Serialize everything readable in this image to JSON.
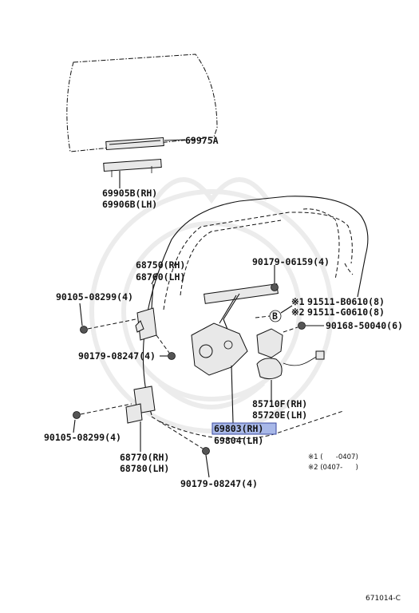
{
  "labels": {
    "p69975A": "69975A",
    "p69905B": "69905B(RH)",
    "p69906B": "69906B(LH)",
    "p68750": "68750(RH)",
    "p68760": "68760(LH)",
    "p90179_06159": "90179-06159(4)",
    "p90105_08299a": "90105-08299(4)",
    "mark1": "※1",
    "mark2": "※2",
    "p91511_B0610": "91511-B0610(8)",
    "p91511_G0610": "91511-G0610(8)",
    "circleB": "B",
    "p90168_50040": "90168-50040(6)",
    "p90179_08247a": "90179-08247(4)",
    "p85710F": "85710F(RH)",
    "p85720E": "85720E(LH)",
    "p90105_08299b": "90105-08299(4)",
    "p69803": "69803(RH)",
    "p69804": "69804(LH)",
    "p68770": "68770(RH)",
    "p68780": "68780(LH)",
    "p90179_08247b": "90179-08247(4)"
  },
  "notes": {
    "note1": "※1 (      -0407)",
    "note2": "※2 (0407-      )"
  },
  "diagram_code": "671014-C",
  "colors": {
    "highlight": "#a8b8e8",
    "highlight_border": "#3a4aa0"
  }
}
